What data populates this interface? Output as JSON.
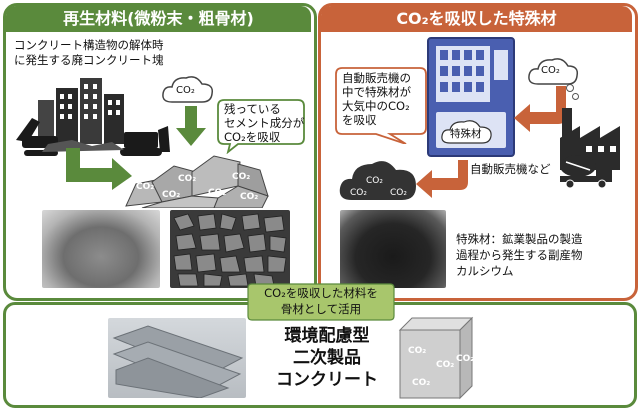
{
  "left_panel": {
    "title": "再生材料(微粉末・粗骨材)",
    "caption_line1": "コンクリート構造物の解体時",
    "caption_line2": "に発生する廃コンクリート塊",
    "bubble_line1": "残っている",
    "bubble_line2": "セメント成分が",
    "bubble_line3": "CO₂を吸収",
    "cloud_label": "CO₂",
    "rock_labels": [
      "CO₂",
      "CO₂",
      "CO₂",
      "CO₂",
      "CO₂",
      "CO₂"
    ]
  },
  "right_panel": {
    "title": "CO₂を吸収した特殊材",
    "cloud_label": "CO₂",
    "bubble_line1": "自動販売機の",
    "bubble_line2": "中で特殊材が",
    "bubble_line3": "大気中のCO₂",
    "bubble_line4": "を吸収",
    "vending_label": "特殊材",
    "vending_caption": "自動販売機など",
    "dark_cloud_labels": [
      "CO₂",
      "CO₂",
      "CO₂"
    ],
    "note_line1": "特殊材：鉱業製品の製造",
    "note_line2": "過程から発生する副産物",
    "note_line3": "カルシウム"
  },
  "bottom_panel": {
    "banner_line1": "CO₂を吸収した材料を",
    "banner_line2": "骨材として活用",
    "product_line1": "環境配慮型",
    "product_line2": "二次製品",
    "product_line3": "コンクリート",
    "cube_labels": [
      "CO₂",
      "CO₂",
      "CO₂",
      "CO₂"
    ]
  },
  "colors": {
    "green": "#5a8a3c",
    "orange": "#c8633a",
    "banner_green": "#a8c66c",
    "vending_blue": "#4a5fb0"
  }
}
